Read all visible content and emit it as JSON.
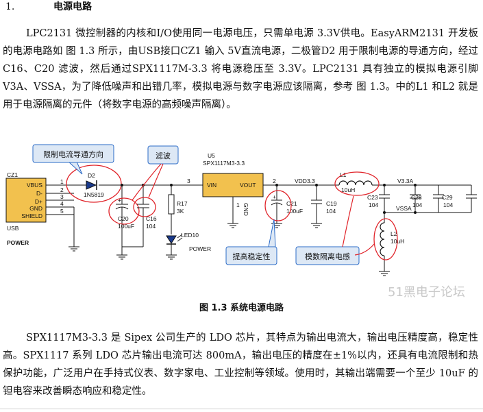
{
  "section": {
    "number": "1.",
    "title": "电源电路"
  },
  "para1": "LPC2131 微控制器的内核和I/O使用同一电源电压，只需单电源 3.3V供电。EasyARM2131 开发板的电源电路如 图 1.3 所示，由USB接口CZ1 输入 5V直流电源，二极管D2 用于限制电源的导通方向，经过C16、C20 滤波，然后通过SPX1117M-3.3 将电源稳压至 3.3V。LPC2131 具有独立的模拟电源引脚V3A、VSSA，为了降低噪声和出错几率，模拟电源与数字电源应该隔离，参考 图 1.3。中的L1 和L2 就是用于电源隔离的元件（将数字电源的高频噪声隔离）。",
  "caption": "图 1.3   系统电源电路",
  "watermark": "51黑电子论坛",
  "para2": "SPX1117M3-3.3 是 Sipex 公司生产的 LDO 芯片，其特点为输出电流大，输出电压精度高，稳定性高。SPX1117 系列 LDO 芯片输出电流可达 800mA，输出电压的精度在±1%以内，还具有电流限制和热保护功能，广泛用户在手持式仪表、数字家电、工业控制等领域。使用时，其输出端需要一个至少 10uF 的钽电容来改善瞬态响应和稳定性。",
  "colors": {
    "accent": "#e0242a",
    "callout_bg": "#dde8f5",
    "callout_border": "#2b6bc7",
    "connector": "#f2c14e"
  },
  "circuit": {
    "cz1": {
      "ref": "CZ1",
      "pins": [
        "VBUS",
        "D-",
        "D+",
        "GND",
        "SHIELD"
      ],
      "pin_nums": [
        "1",
        "2",
        "3",
        "4",
        "5"
      ],
      "type": "USB",
      "label": "POWER"
    },
    "d2": {
      "ref": "D2",
      "part": "1N5819"
    },
    "c20": {
      "ref": "C20",
      "value": "100uF"
    },
    "c16": {
      "ref": "C16",
      "value": "104"
    },
    "r17": {
      "ref": "R17",
      "value": "3K"
    },
    "led10": {
      "ref": "LED10",
      "label": "POWER"
    },
    "u5": {
      "ref": "U5",
      "part": "SPX1117M3-3.3",
      "vin": "VIN",
      "vout": "VOUT",
      "gnd": "GND",
      "pin_in": "3",
      "pin_out": "2",
      "pin_gnd": "1"
    },
    "vdd": "VDD3.3",
    "c21": {
      "ref": "C21",
      "value": "100uF"
    },
    "c19": {
      "ref": "C19",
      "value": "104"
    },
    "l1": {
      "ref": "L1",
      "value": "10uH"
    },
    "v33a": "V3.3A",
    "vssa": "VSSA",
    "c23": {
      "ref": "C23",
      "value": "104"
    },
    "c28": {
      "ref": "C28",
      "value": "104"
    },
    "c29": {
      "ref": "C29",
      "value": "104"
    },
    "l2": {
      "ref": "L2",
      "value": "10uH"
    },
    "callouts": {
      "limit": "限制电流导通方向",
      "filter": "滤波",
      "stability": "提高稳定性",
      "isolation": "模数隔离电感"
    }
  }
}
